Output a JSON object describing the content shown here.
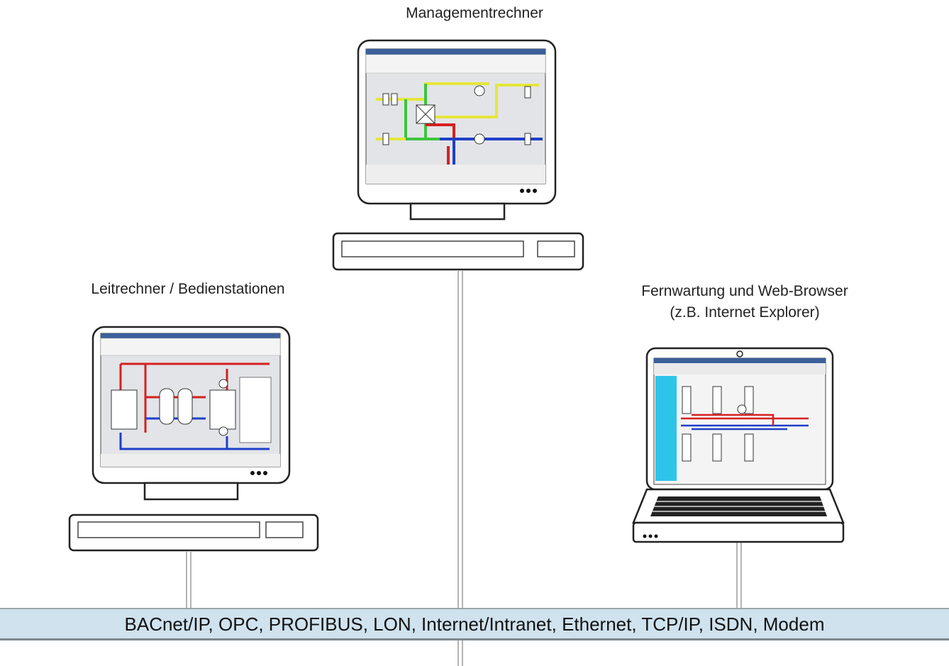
{
  "diagram": {
    "nodes": [
      {
        "id": "managementrechner",
        "label": "Managementrechner",
        "device": "desktop-monitor-keyboard"
      },
      {
        "id": "leitrechner",
        "label": "Leitrechner / Bedienstationen",
        "device": "desktop-monitor-keyboard"
      },
      {
        "id": "fernwartung",
        "label_line1": "Fernwartung und Web-Browser",
        "label_line2": "(z.B. Internet Explorer)",
        "device": "laptop"
      }
    ],
    "bus": {
      "label": "BACnet/IP, OPC, PROFIBUS, LON, Internet/Intranet, Ethernet, TCP/IP, ISDN, Modem",
      "color": "#cfe2ee"
    },
    "edges": [
      {
        "from": "managementrechner",
        "to": "bus"
      },
      {
        "from": "leitrechner",
        "to": "bus"
      },
      {
        "from": "fernwartung",
        "to": "bus"
      },
      {
        "from": "bus",
        "to": "below"
      }
    ]
  },
  "colors": {
    "pipe_red": "#d62020",
    "pipe_blue": "#1f3fc8",
    "pipe_green": "#3ec43e",
    "pipe_yellow": "#e6e63a",
    "sidebar_cyan": "#2ec4ea",
    "line_gray": "#b9b9b9"
  }
}
